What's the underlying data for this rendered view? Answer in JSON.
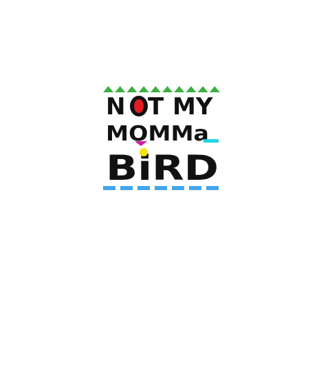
{
  "logo": {
    "line1": "NOT MY",
    "line2": "MOMMa",
    "line3": "BiRD",
    "text_color": "#111111",
    "accent_colors": {
      "triangles": "#3cb043",
      "o_fill": "#e31c23",
      "i_dot": "#f4e409",
      "underline_dashes": "#44a6ea",
      "cyan_bar": "#22d3e6",
      "magenta_chevron": "#d11aa6"
    }
  }
}
